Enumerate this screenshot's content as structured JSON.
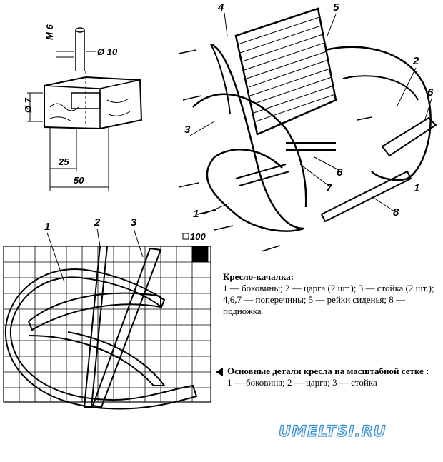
{
  "joint_detail": {
    "bolt_label": "М 6",
    "pin_label": "Ø 10",
    "hole_label": "Ø 7",
    "dim_short": "25",
    "dim_long": "50"
  },
  "chair_labels": {
    "c1": "1",
    "c2": "2",
    "c3": "3",
    "c4": "4",
    "c5": "5",
    "c6a": "6",
    "c6b": "6",
    "c7": "7",
    "c8": "8",
    "c1b": "1"
  },
  "grid": {
    "scale_label": "100",
    "labels": {
      "g1": "1",
      "g2": "2",
      "g3": "3"
    }
  },
  "caption_chair": {
    "title": "Кресло-качалка:",
    "body": "1 — боковины; 2 — царга (2 шт.); 3 — стойка (2 шт.); 4,6,7 — поперечины; 5 — рейки сиденья; 8 — подножка"
  },
  "caption_grid": {
    "title": "Основные детали кресла на масштабной сетке :",
    "body": "1 — боковина; 2 — царга; 3 — стойка"
  },
  "watermark": "UMELTSI.RU"
}
